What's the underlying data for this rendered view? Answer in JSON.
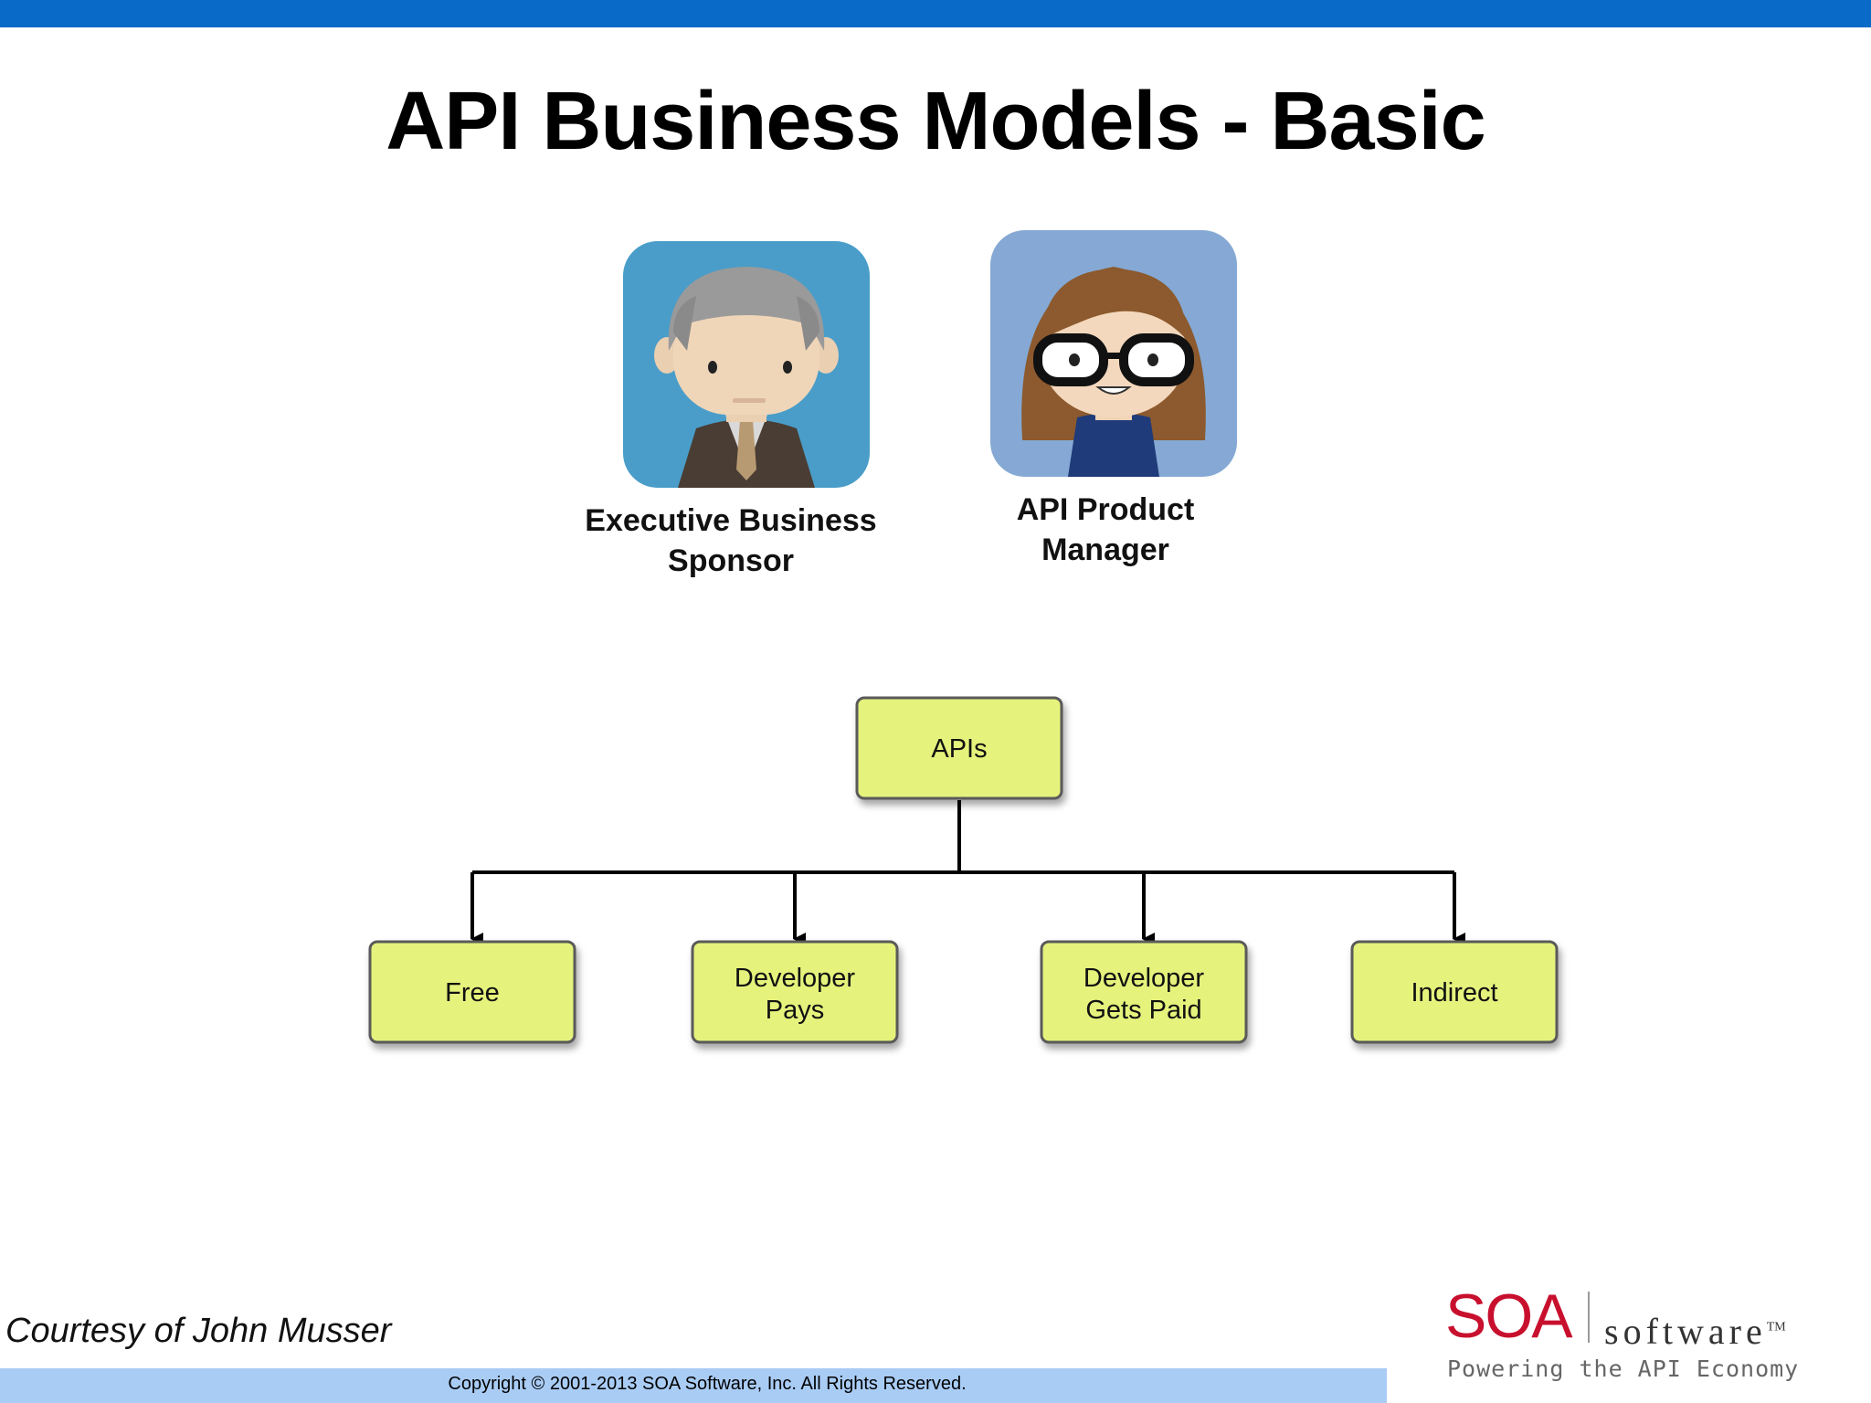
{
  "slide": {
    "title": "API Business Models - Basic",
    "courtesy": "Courtesy of John Musser",
    "copyright": "Copyright © 2001-2013 SOA Software, Inc. All Rights Reserved."
  },
  "personas": [
    {
      "line1": "Executive Business",
      "line2": "Sponsor",
      "avatar": "businessman-avatar-icon"
    },
    {
      "line1": "API Product",
      "line2": "Manager",
      "avatar": "woman-with-glasses-avatar-icon"
    }
  ],
  "diagram": {
    "root": "APIs",
    "children": [
      {
        "lines": [
          "Free"
        ]
      },
      {
        "lines": [
          "Developer",
          "Pays"
        ]
      },
      {
        "lines": [
          "Developer",
          "Gets Paid"
        ]
      },
      {
        "lines": [
          "Indirect"
        ]
      }
    ],
    "node_fill": "#e5f27b"
  },
  "logo": {
    "brand": "SOA",
    "word": "software",
    "tm": "TM",
    "tagline": "Powering the API Economy"
  },
  "colors": {
    "top_bar": "#0a6ac7",
    "footer_bar": "#a9ccf5",
    "logo_red": "#c8102e"
  }
}
